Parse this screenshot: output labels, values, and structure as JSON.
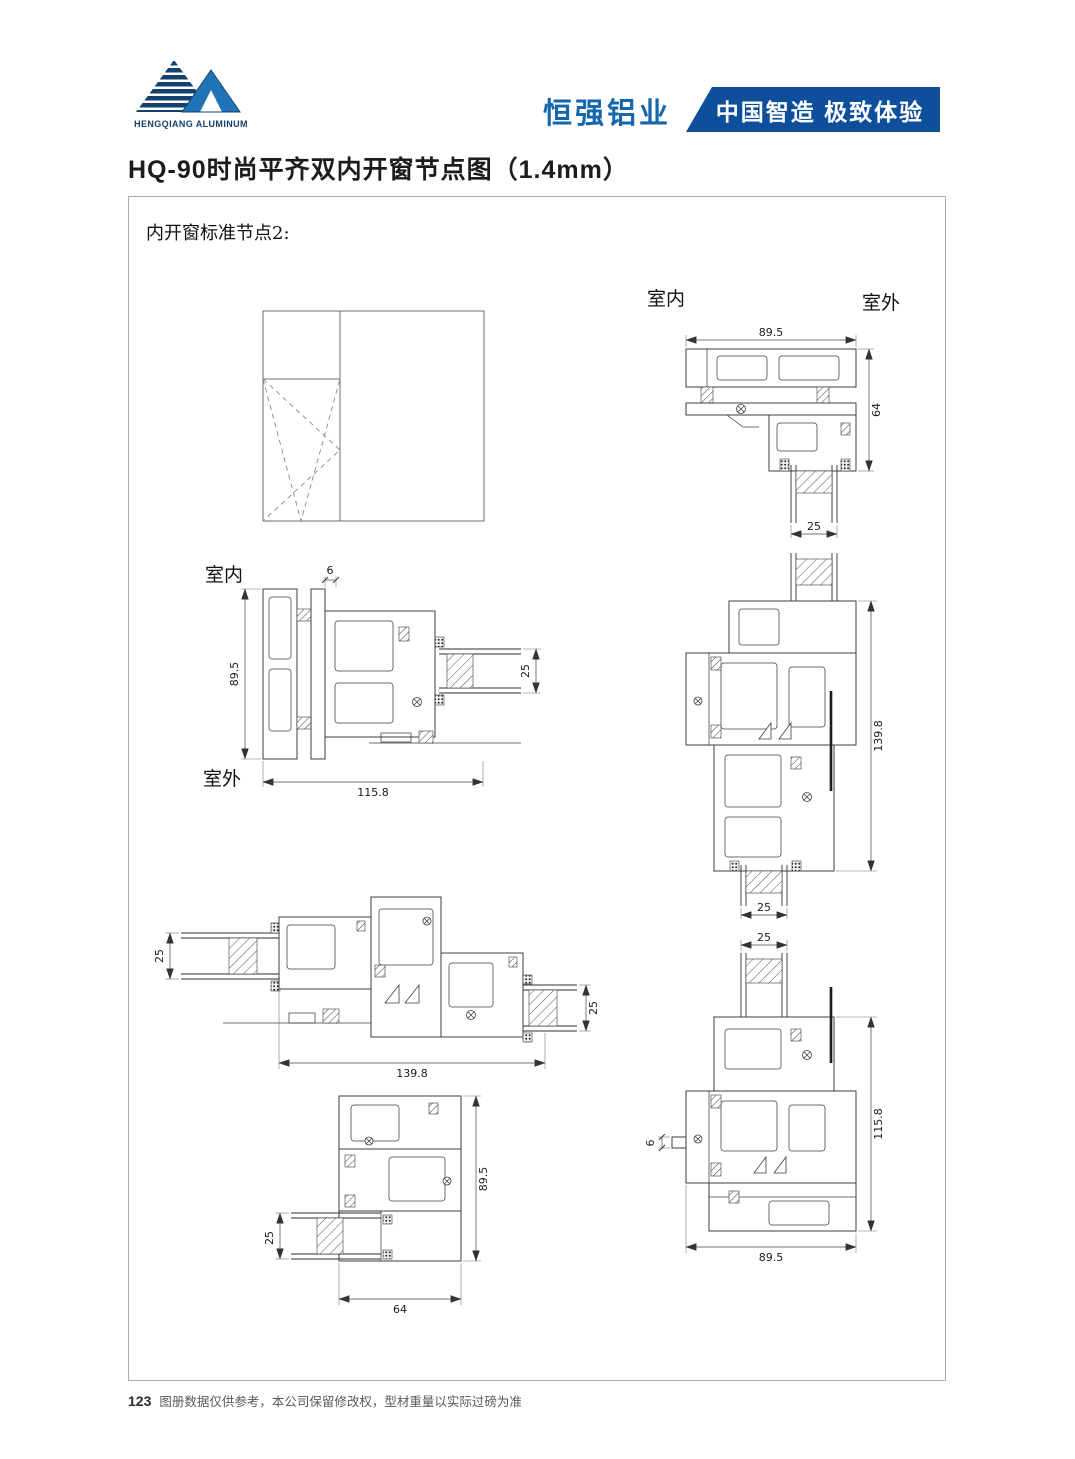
{
  "colors": {
    "brand_blue": "#1566ad",
    "banner_bg": "#0e4f9c",
    "banner_text": "#ffffff",
    "logo_navy": "#14406f"
  },
  "header": {
    "logo_caption": "HENGQIANG ALUMINUM",
    "brand": "恒强铝业",
    "slogan": "中国智造 极致体验"
  },
  "title": "HQ-90时尚平齐双内开窗节点图（1.4mm）",
  "drawing": {
    "note": "内开窗标准节点2:",
    "labels": {
      "indoor": "室内",
      "outdoor": "室外"
    },
    "dims": {
      "head_width": "89.5",
      "head_height": "64",
      "head_glass": "25",
      "jamb_gap": "6",
      "jamb_depth": "89.5",
      "jamb_glass": "25",
      "jamb_width": "115.8",
      "mullion_height": "139.8",
      "mullion_glass": "25",
      "meeting_left_glass": "25",
      "meeting_right_glass": "25",
      "meeting_width": "139.8",
      "lower_glass": "25",
      "lower_step": "6",
      "lower_height": "115.8",
      "lower_width": "89.5",
      "sill_glass": "25",
      "sill_depth": "89.5",
      "sill_width": "64"
    }
  },
  "footer": {
    "page_number": "123",
    "note": "图册数据仅供参考，本公司保留修改权，型材重量以实际过磅为准"
  }
}
